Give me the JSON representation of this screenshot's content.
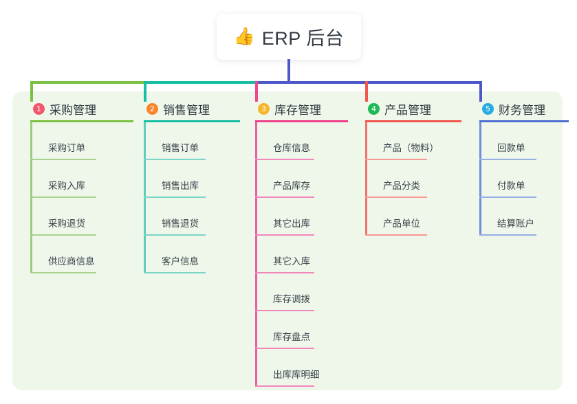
{
  "root": {
    "emoji": "👍",
    "emoji_name": "thumbs-up-icon",
    "title": "ERP 后台"
  },
  "colors": {
    "panel_bg": "#eff7ea",
    "page_bg": "#ffffff",
    "trunk_green": "#7ac143",
    "trunk_teal": "#16bfa4",
    "trunk_blue": "#4d58c8",
    "drop_green": "#7ac143",
    "drop_teal": "#16bfa4",
    "drop_pink": "#f0478f",
    "drop_red": "#f2564f",
    "drop_blue": "#4d58c8",
    "text_dark": "#2f3740",
    "text_item": "#3a424c"
  },
  "columns": [
    {
      "number": "1",
      "title": "采购管理",
      "badge_color": "#f2566a",
      "rule_color": "#7ac143",
      "line_color": "#9ccb7a",
      "item_rule_color": "#a9d38c",
      "items": [
        {
          "label": "采购订单"
        },
        {
          "label": "采购入库"
        },
        {
          "label": "采购退货"
        },
        {
          "label": "供应商信息"
        }
      ]
    },
    {
      "number": "2",
      "title": "销售管理",
      "badge_color": "#f5862b",
      "rule_color": "#16bfa4",
      "line_color": "#5ccdbb",
      "item_rule_color": "#79d6c7",
      "items": [
        {
          "label": "销售订单"
        },
        {
          "label": "销售出库"
        },
        {
          "label": "销售退货"
        },
        {
          "label": "客户信息"
        }
      ]
    },
    {
      "number": "3",
      "title": "库存管理",
      "badge_color": "#f7b52c",
      "rule_color": "#ed3f8c",
      "line_color": "#ef5fa0",
      "item_rule_color": "#f287bb",
      "items": [
        {
          "label": "仓库信息"
        },
        {
          "label": "产品库存"
        },
        {
          "label": "其它出库"
        },
        {
          "label": "其它入库"
        },
        {
          "label": "库存调拨"
        },
        {
          "label": "库存盘点"
        },
        {
          "label": "出库库明细"
        }
      ]
    },
    {
      "number": "4",
      "title": "产品管理",
      "badge_color": "#1db954",
      "rule_color": "#f2564f",
      "line_color": "#f4706a",
      "item_rule_color": "#f79a95",
      "items": [
        {
          "label": "产品（物料）"
        },
        {
          "label": "产品分类"
        },
        {
          "label": "产品单位"
        }
      ]
    },
    {
      "number": "5",
      "title": "财务管理",
      "badge_color": "#29abe2",
      "rule_color": "#4d6fd0",
      "line_color": "#6d8cdb",
      "item_rule_color": "#96aee6",
      "items": [
        {
          "label": "回款单"
        },
        {
          "label": "付款单"
        },
        {
          "label": "结算账户"
        }
      ]
    }
  ]
}
